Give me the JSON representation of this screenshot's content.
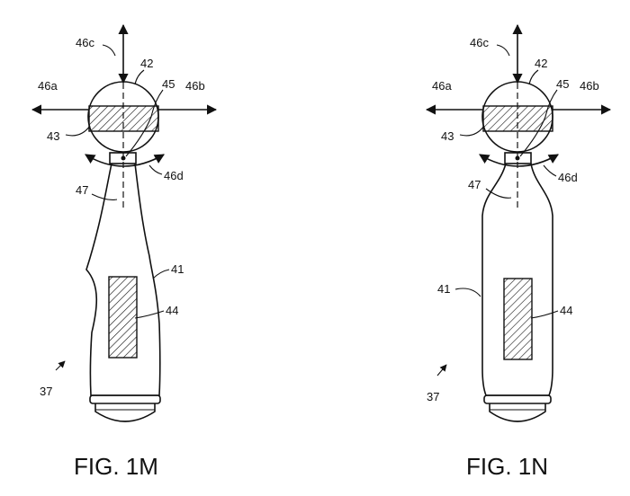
{
  "figures": [
    {
      "caption": "FIG. 1M",
      "labels": {
        "l37": "37",
        "l41": "41",
        "l42": "42",
        "l43": "43",
        "l44": "44",
        "l45": "45",
        "l46a": "46a",
        "l46b": "46b",
        "l46c": "46c",
        "l46d": "46d",
        "l47": "47"
      }
    },
    {
      "caption": "FIG. 1N",
      "labels": {
        "l37": "37",
        "l41": "41",
        "l42": "42",
        "l43": "43",
        "l44": "44",
        "l45": "45",
        "l46a": "46a",
        "l46b": "46b",
        "l46c": "46c",
        "l46d": "46d",
        "l47": "47"
      }
    }
  ]
}
